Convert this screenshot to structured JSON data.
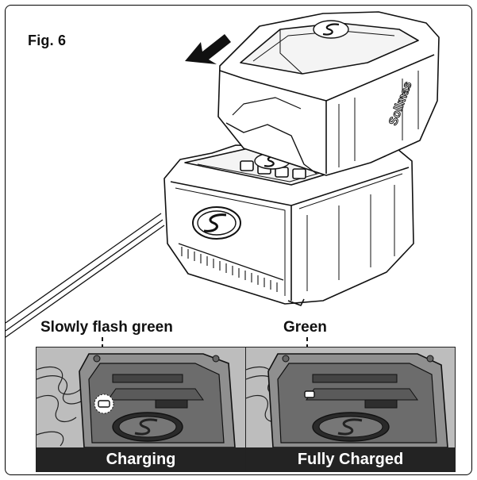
{
  "figure": {
    "label": "Fig. 6"
  },
  "callouts": {
    "left": "Slowly flash green",
    "right": "Green"
  },
  "panels": {
    "left_caption": "Charging",
    "right_caption": "Fully Charged"
  },
  "battery_brand": "Sollmas",
  "colors": {
    "caption_background": "#232323",
    "caption_text": "#ffffff",
    "line_art": "#111111",
    "panel_shade": "#cfcfcf"
  },
  "icons": {
    "direction": "arrow-left-down-icon",
    "logo": "s-logo-icon",
    "led_flashing": "led-flash-icon",
    "led_solid": "led-solid-icon"
  }
}
